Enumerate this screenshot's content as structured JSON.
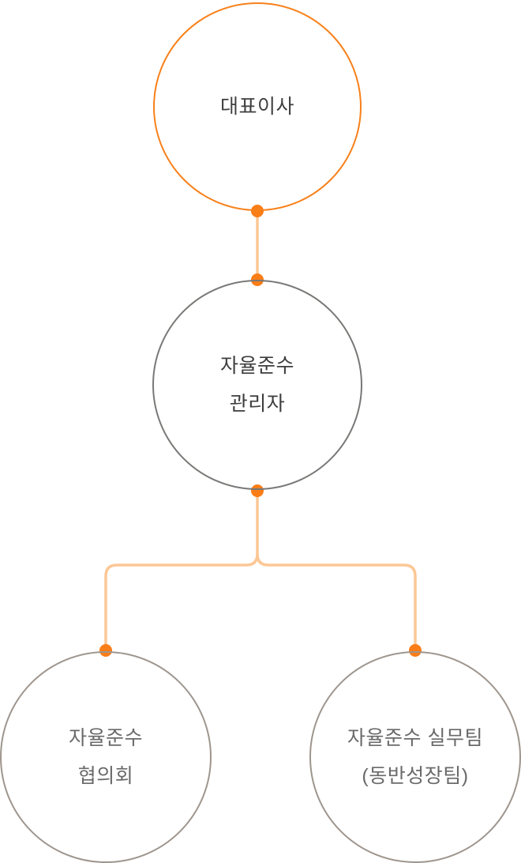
{
  "org_chart": {
    "nodes": {
      "ceo": {
        "lines": [
          "대표이사"
        ]
      },
      "manager": {
        "lines": [
          "자율준수",
          "관리자"
        ]
      },
      "council": {
        "lines": [
          "자율준수",
          "협의회"
        ]
      },
      "team": {
        "lines": [
          "자율준수 실무팀",
          "(동반성장팀)"
        ]
      }
    },
    "colors": {
      "accent_orange": "#f8811b",
      "dot_orange": "#fa7d17",
      "connector_peach": "#fcc795",
      "border_dark_gray": "#787876",
      "border_light_gray": "#9e968e",
      "text_dark": "#3f3f3f",
      "text_gray": "#6a6a6a"
    }
  }
}
